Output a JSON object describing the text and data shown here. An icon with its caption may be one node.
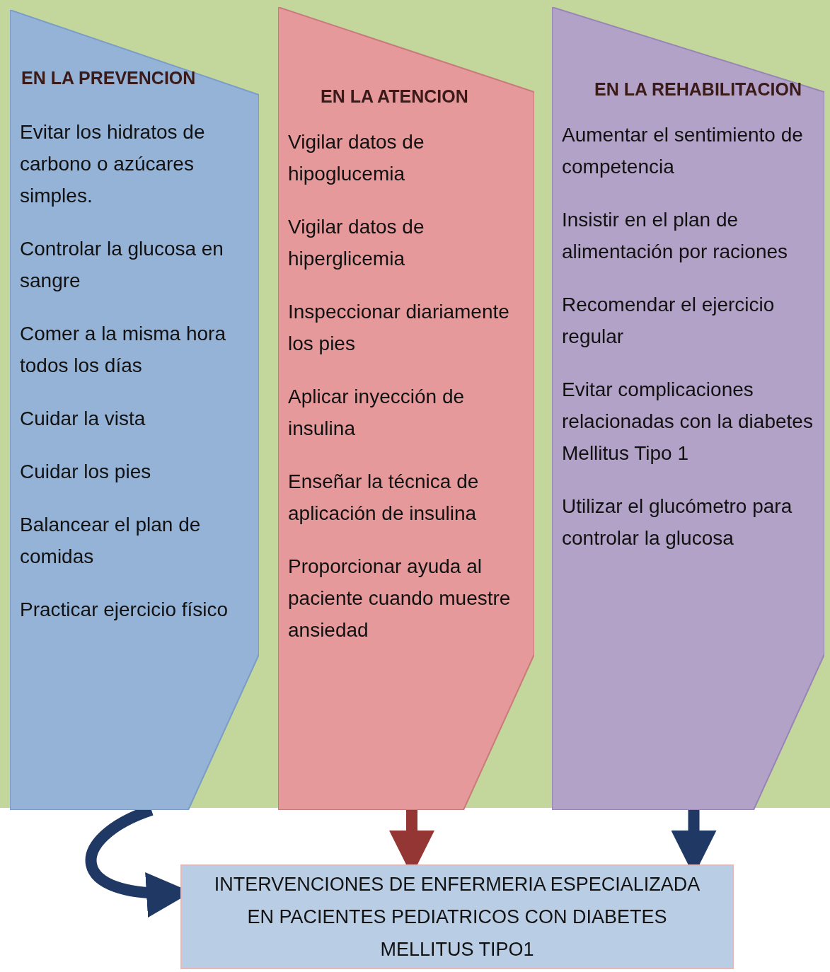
{
  "diagram": {
    "nodes": [
      {
        "text": [
          "EN LA PREVENCION",
          "Evitar los hidratos de carbono o azúcares simples.",
          "Controlar la glucosa en sangre",
          "Comer a la misma hora todos los días",
          "Cuidar la vista",
          "Cuidar los pies",
          "Balancear el plan de comidas",
          "Practicar ejercicio físico"
        ]
      },
      {
        "text": [
          "EN LA ATENCION",
          "Vigilar datos de hipoglucemia",
          "Vigilar datos de hiperglicemia",
          "Inspeccionar diariamente los pies",
          "Aplicar inyección de insulina",
          "Enseñar la técnica de aplicación de insulina",
          "Proporcionar ayuda al paciente cuando muestre ansiedad"
        ]
      },
      {
        "text": [
          "EN LA REHABILITACION",
          "Aumentar el sentimiento de competencia",
          "Insistir en el plan de alimentación por raciones",
          "Recomendar el ejercicio regular",
          "Evitar complicaciones relacionadas con la diabetes Mellitus Tipo 1",
          "Utilizar el glucómetro para controlar la glucosa"
        ]
      },
      {
        "text": [
          "INTERVENCIONES DE ENFERMERIA ESPECIALIZADA EN PACIENTES PEDIATRICOS CON DIABETES MELLITUS TIPO1"
        ]
      }
    ],
    "edges": [
      {
        "from": 0,
        "to": 3,
        "arrow": "to"
      },
      {
        "from": 1,
        "to": 3,
        "arrow": "to",
        "color": "#943634"
      },
      {
        "from": 2,
        "to": 3,
        "arrow": "to"
      }
    ]
  }
}
